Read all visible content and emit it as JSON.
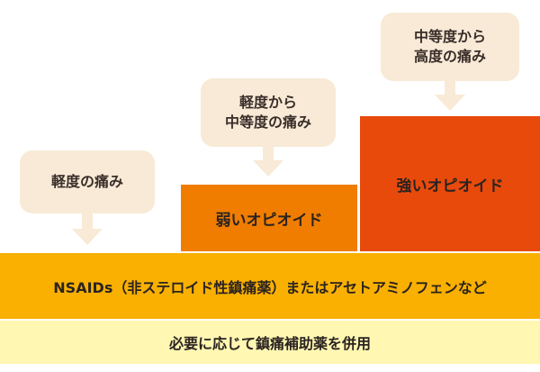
{
  "levels": [
    {
      "pain_label": "軽度の痛み"
    },
    {
      "pain_label": "軽度から\n中等度の痛み",
      "drug_label": "弱いオピオイド",
      "color": "#f07d00"
    },
    {
      "pain_label": "中等度から\n高度の痛み",
      "drug_label": "強いオピオイド",
      "color": "#e84a0c"
    }
  ],
  "base": {
    "label": "NSAIDs（非ステロイド性鎮痛薬）またはアセトアミノフェンなど",
    "color": "#f9b000"
  },
  "adjuvant": {
    "label": "必要に応じて鎮痛補助薬を併用",
    "color": "#fff7b2"
  },
  "bubble_color": "#f8ead6"
}
